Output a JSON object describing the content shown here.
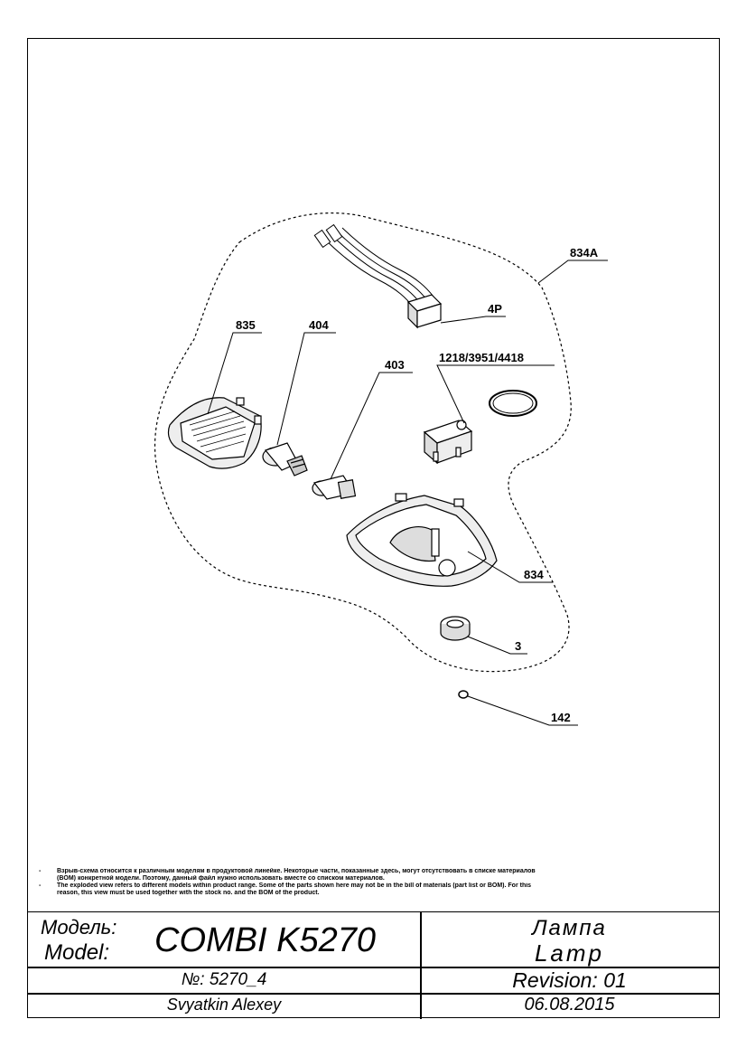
{
  "callouts": [
    {
      "key": "834A",
      "label": "834A"
    },
    {
      "key": "4P",
      "label": "4P"
    },
    {
      "key": "835",
      "label": "835"
    },
    {
      "key": "404",
      "label": "404"
    },
    {
      "key": "403",
      "label": "403"
    },
    {
      "key": "1218",
      "label": "1218/3951/4418"
    },
    {
      "key": "834",
      "label": "834"
    },
    {
      "key": "3",
      "label": "3"
    },
    {
      "key": "142",
      "label": "142"
    }
  ],
  "notes": {
    "dash": "-",
    "ru": [
      "Взрыв-схема относится к различным моделям в продуктовой линейке. Некоторые части, показанные здесь, могут отсутствовать в списке материалов",
      "(BOM) конкретной модели. Поэтому, данный файл нужно использовать вместе со списком материалов."
    ],
    "en": [
      "The exploded view refers to different models within product range. Some of the parts shown here may not be in the bill of materials (part list or BOM). For this",
      "reason, this view must be used together with the stock no. and the BOM of the product."
    ]
  },
  "title_block": {
    "model_label_ru": "Модель:",
    "model_label_en": "Model:",
    "model_name": "COMBI K5270",
    "part_name_ru": "Лампа",
    "part_name_en": "Lamp",
    "number": "№: 5270_4",
    "revision": "Revision: 01",
    "author": "Svyatkin Alexey",
    "date": "06.08.2015"
  }
}
